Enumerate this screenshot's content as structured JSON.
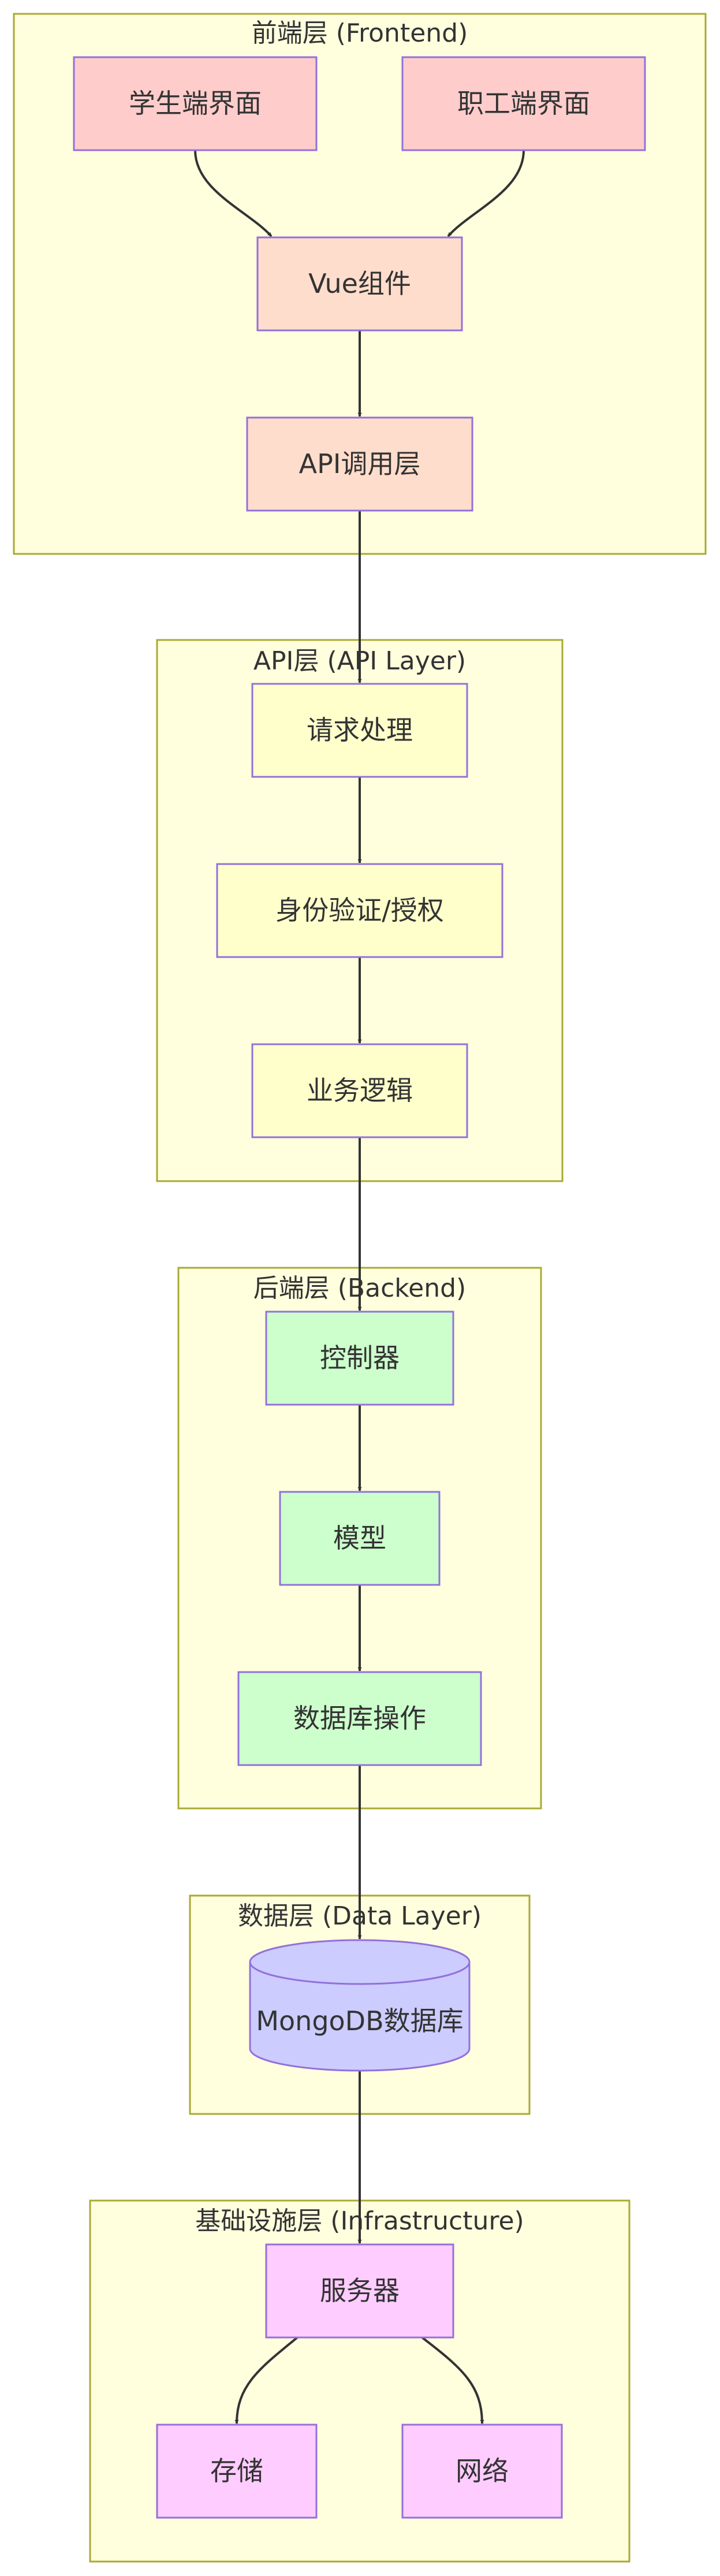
{
  "colors": {
    "cluster_fill": "#ffffde",
    "cluster_stroke": "#aaaa33",
    "node_stroke": "#9370db",
    "edge": "#333333",
    "text": "#333333"
  },
  "clusters": {
    "frontend": {
      "title": "前端层 (Frontend)"
    },
    "api": {
      "title": "API层 (API Layer)"
    },
    "backend": {
      "title": "后端层 (Backend)"
    },
    "data": {
      "title": "数据层 (Data Layer)"
    },
    "infra": {
      "title": "基础设施层 (Infrastructure)"
    }
  },
  "nodes": {
    "student_ui": {
      "label": "学生端界面",
      "fill": "#ffcccc"
    },
    "staff_ui": {
      "label": "职工端界面",
      "fill": "#ffcccc"
    },
    "vue": {
      "label": "Vue组件",
      "fill": "#ffddcc"
    },
    "api_call": {
      "label": "API调用层",
      "fill": "#ffddcc"
    },
    "request": {
      "label": "请求处理",
      "fill": "#ffffcc"
    },
    "auth": {
      "label": "身份验证/授权",
      "fill": "#ffffcc"
    },
    "logic": {
      "label": "业务逻辑",
      "fill": "#ffffcc"
    },
    "controller": {
      "label": "控制器",
      "fill": "#ccffcc"
    },
    "model": {
      "label": "模型",
      "fill": "#ccffcc"
    },
    "dbops": {
      "label": "数据库操作",
      "fill": "#ccffcc"
    },
    "mongodb": {
      "label": "MongoDB数据库",
      "fill": "#ccccff"
    },
    "server": {
      "label": "服务器",
      "fill": "#ffccff"
    },
    "storage": {
      "label": "存储",
      "fill": "#ffccff"
    },
    "network": {
      "label": "网络",
      "fill": "#ffccff"
    }
  },
  "edges": [
    {
      "from": "student_ui",
      "to": "vue"
    },
    {
      "from": "staff_ui",
      "to": "vue"
    },
    {
      "from": "vue",
      "to": "api_call"
    },
    {
      "from": "api_call",
      "to": "request"
    },
    {
      "from": "request",
      "to": "auth"
    },
    {
      "from": "auth",
      "to": "logic"
    },
    {
      "from": "logic",
      "to": "controller"
    },
    {
      "from": "controller",
      "to": "model"
    },
    {
      "from": "model",
      "to": "dbops"
    },
    {
      "from": "dbops",
      "to": "mongodb"
    },
    {
      "from": "mongodb",
      "to": "server"
    },
    {
      "from": "server",
      "to": "storage"
    },
    {
      "from": "server",
      "to": "network"
    }
  ]
}
